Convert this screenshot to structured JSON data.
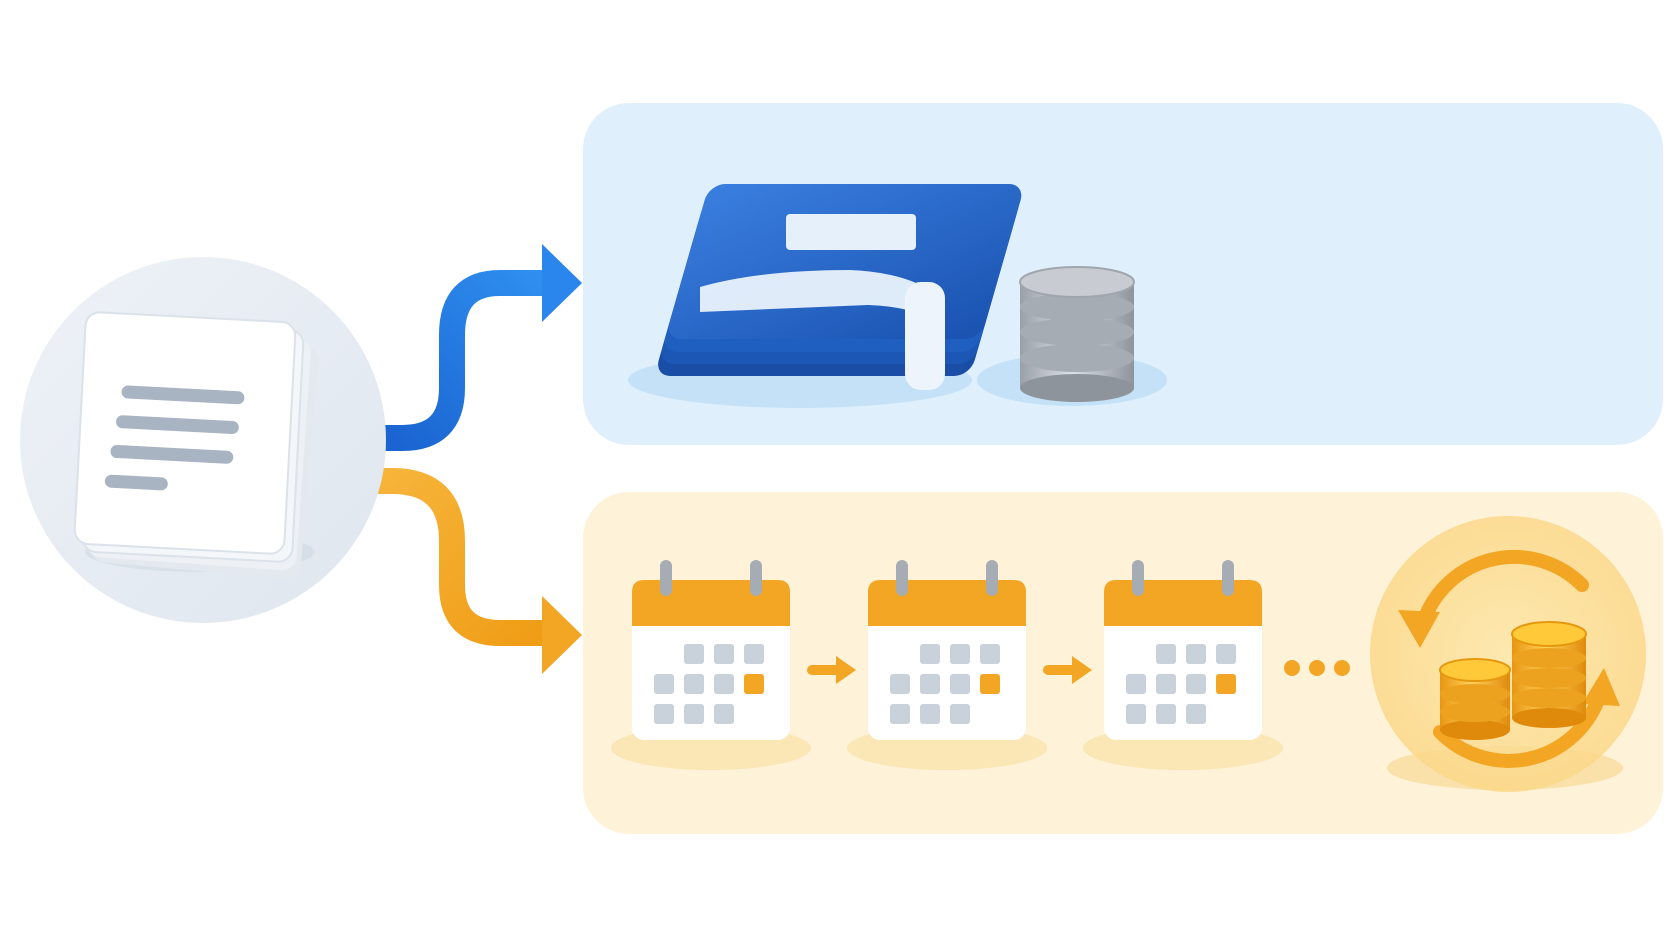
{
  "colors": {
    "background": "#ffffff",
    "upfront_panel": "#dff0fc",
    "recurring_panel": "#fef3d9",
    "upfront_accent": "#1f6fd6",
    "recurring_accent": "#f3a623",
    "document_circle": "#e7edf5",
    "document_lines": "#a9b4c2",
    "folder_blue": "#1e5fbf",
    "coin_silver": "#b8bdc4",
    "coin_gold": "#f2a81e",
    "calendar_cell": "#c9d1db",
    "calendar_highlight": "#f3a623"
  },
  "diagram": {
    "source": {
      "icon": "document-stack-icon"
    },
    "upfront_branch": {
      "arrow_icon": "blue-branch-arrow-icon",
      "items": [
        "folder-stack-icon",
        "silver-coin-stack-icon"
      ]
    },
    "recurring_branch": {
      "arrow_icon": "orange-branch-arrow-icon",
      "calendars": [
        {
          "icon": "calendar-icon",
          "highlighted_cell": 1
        },
        {
          "icon": "calendar-icon",
          "highlighted_cell": 1
        },
        {
          "icon": "calendar-icon",
          "highlighted_cell": 1
        }
      ],
      "step_arrow_icon": "small-right-arrow-icon",
      "continuation_icon": "ellipsis-dots-icon",
      "end_icon": "recurring-gold-coins-icon"
    }
  }
}
